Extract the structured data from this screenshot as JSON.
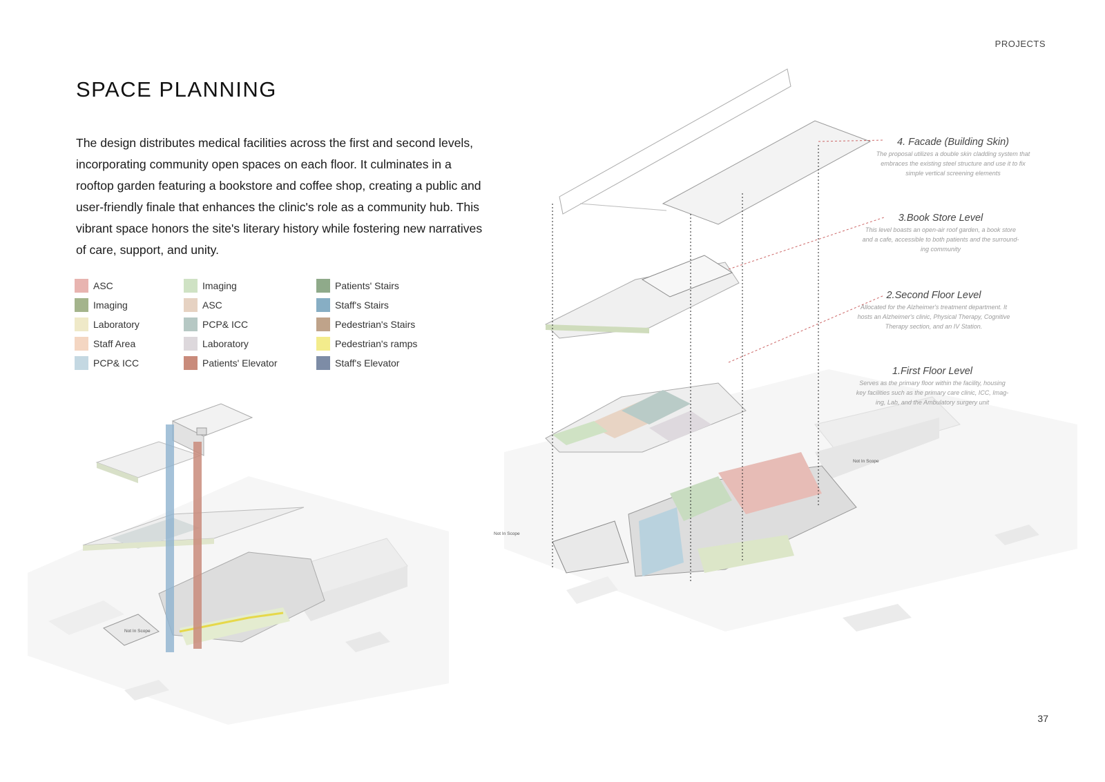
{
  "header": {
    "section": "PROJECTS"
  },
  "title": "SPACE PLANNING",
  "intro": "The design distributes medical facilities across the first and second levels, incorporating community open spaces on each floor. It  culminates in a rooftop garden featuring a bookstore and coffee shop, creating a public and user-friendly finale that enhances the clinic's role as a community hub. This vibrant space honors the site's literary history while fostering new narratives of care, support, and unity.",
  "legend": {
    "col1": [
      {
        "label": "ASC",
        "color": "#e8b4b0"
      },
      {
        "label": "Imaging",
        "color": "#a4b48c"
      },
      {
        "label": "Laboratory",
        "color": "#efe9c8"
      },
      {
        "label": "Staff Area",
        "color": "#f4d6c2"
      },
      {
        "label": "PCP& ICC",
        "color": "#c4d8e2"
      }
    ],
    "col2": [
      {
        "label": "Imaging",
        "color": "#cfe2c4"
      },
      {
        "label": "ASC",
        "color": "#e6d2c2"
      },
      {
        "label": "PCP& ICC",
        "color": "#b6c8c4"
      },
      {
        "label": "Laboratory",
        "color": "#ddd8dc"
      },
      {
        "label": "Patients' Elevator",
        "color": "#c98b7b"
      }
    ],
    "col3": [
      {
        "label": "Patients' Stairs",
        "color": "#8faa8a"
      },
      {
        "label": "Staff's Stairs",
        "color": "#87aec4"
      },
      {
        "label": "Pedestrian's Stairs",
        "color": "#bfa38a"
      },
      {
        "label": "Pedestrian's ramps",
        "color": "#f3ec8c"
      },
      {
        "label": "Staff's Elevator",
        "color": "#7d8ca6"
      }
    ]
  },
  "annotations": [
    {
      "title": "4. Facade (Building Skin)",
      "desc": [
        "The proposal utilizes a double skin cladding system that",
        "embraces the existing steel structure and use it to fix",
        "simple vertical screening elements"
      ]
    },
    {
      "title": "3.Book Store Level",
      "desc": [
        "This level boasts an open-air roof garden, a book store",
        "and a cafe, accessible to both patients and the surround-",
        "ing community"
      ]
    },
    {
      "title": "2.Second Floor Level",
      "desc": [
        "Allocated for the Alzheimer's treatment department. It",
        "hosts an Alzheimer's clinic, Physical Therapy, Cognitive",
        "Therapy section,  and an IV Station."
      ]
    },
    {
      "title": "1.First Floor Level",
      "desc": [
        "Serves as the primary floor within the facility, housing",
        "key facilities such as the primary care clinic, ICC, Imag-",
        "ing, Lab, and the Ambulatory surgery unit"
      ]
    }
  ],
  "map_labels": {
    "not_in_scope_left": "Not In Scope",
    "not_in_scope_right": "Not In Scope"
  },
  "page_number": "37"
}
